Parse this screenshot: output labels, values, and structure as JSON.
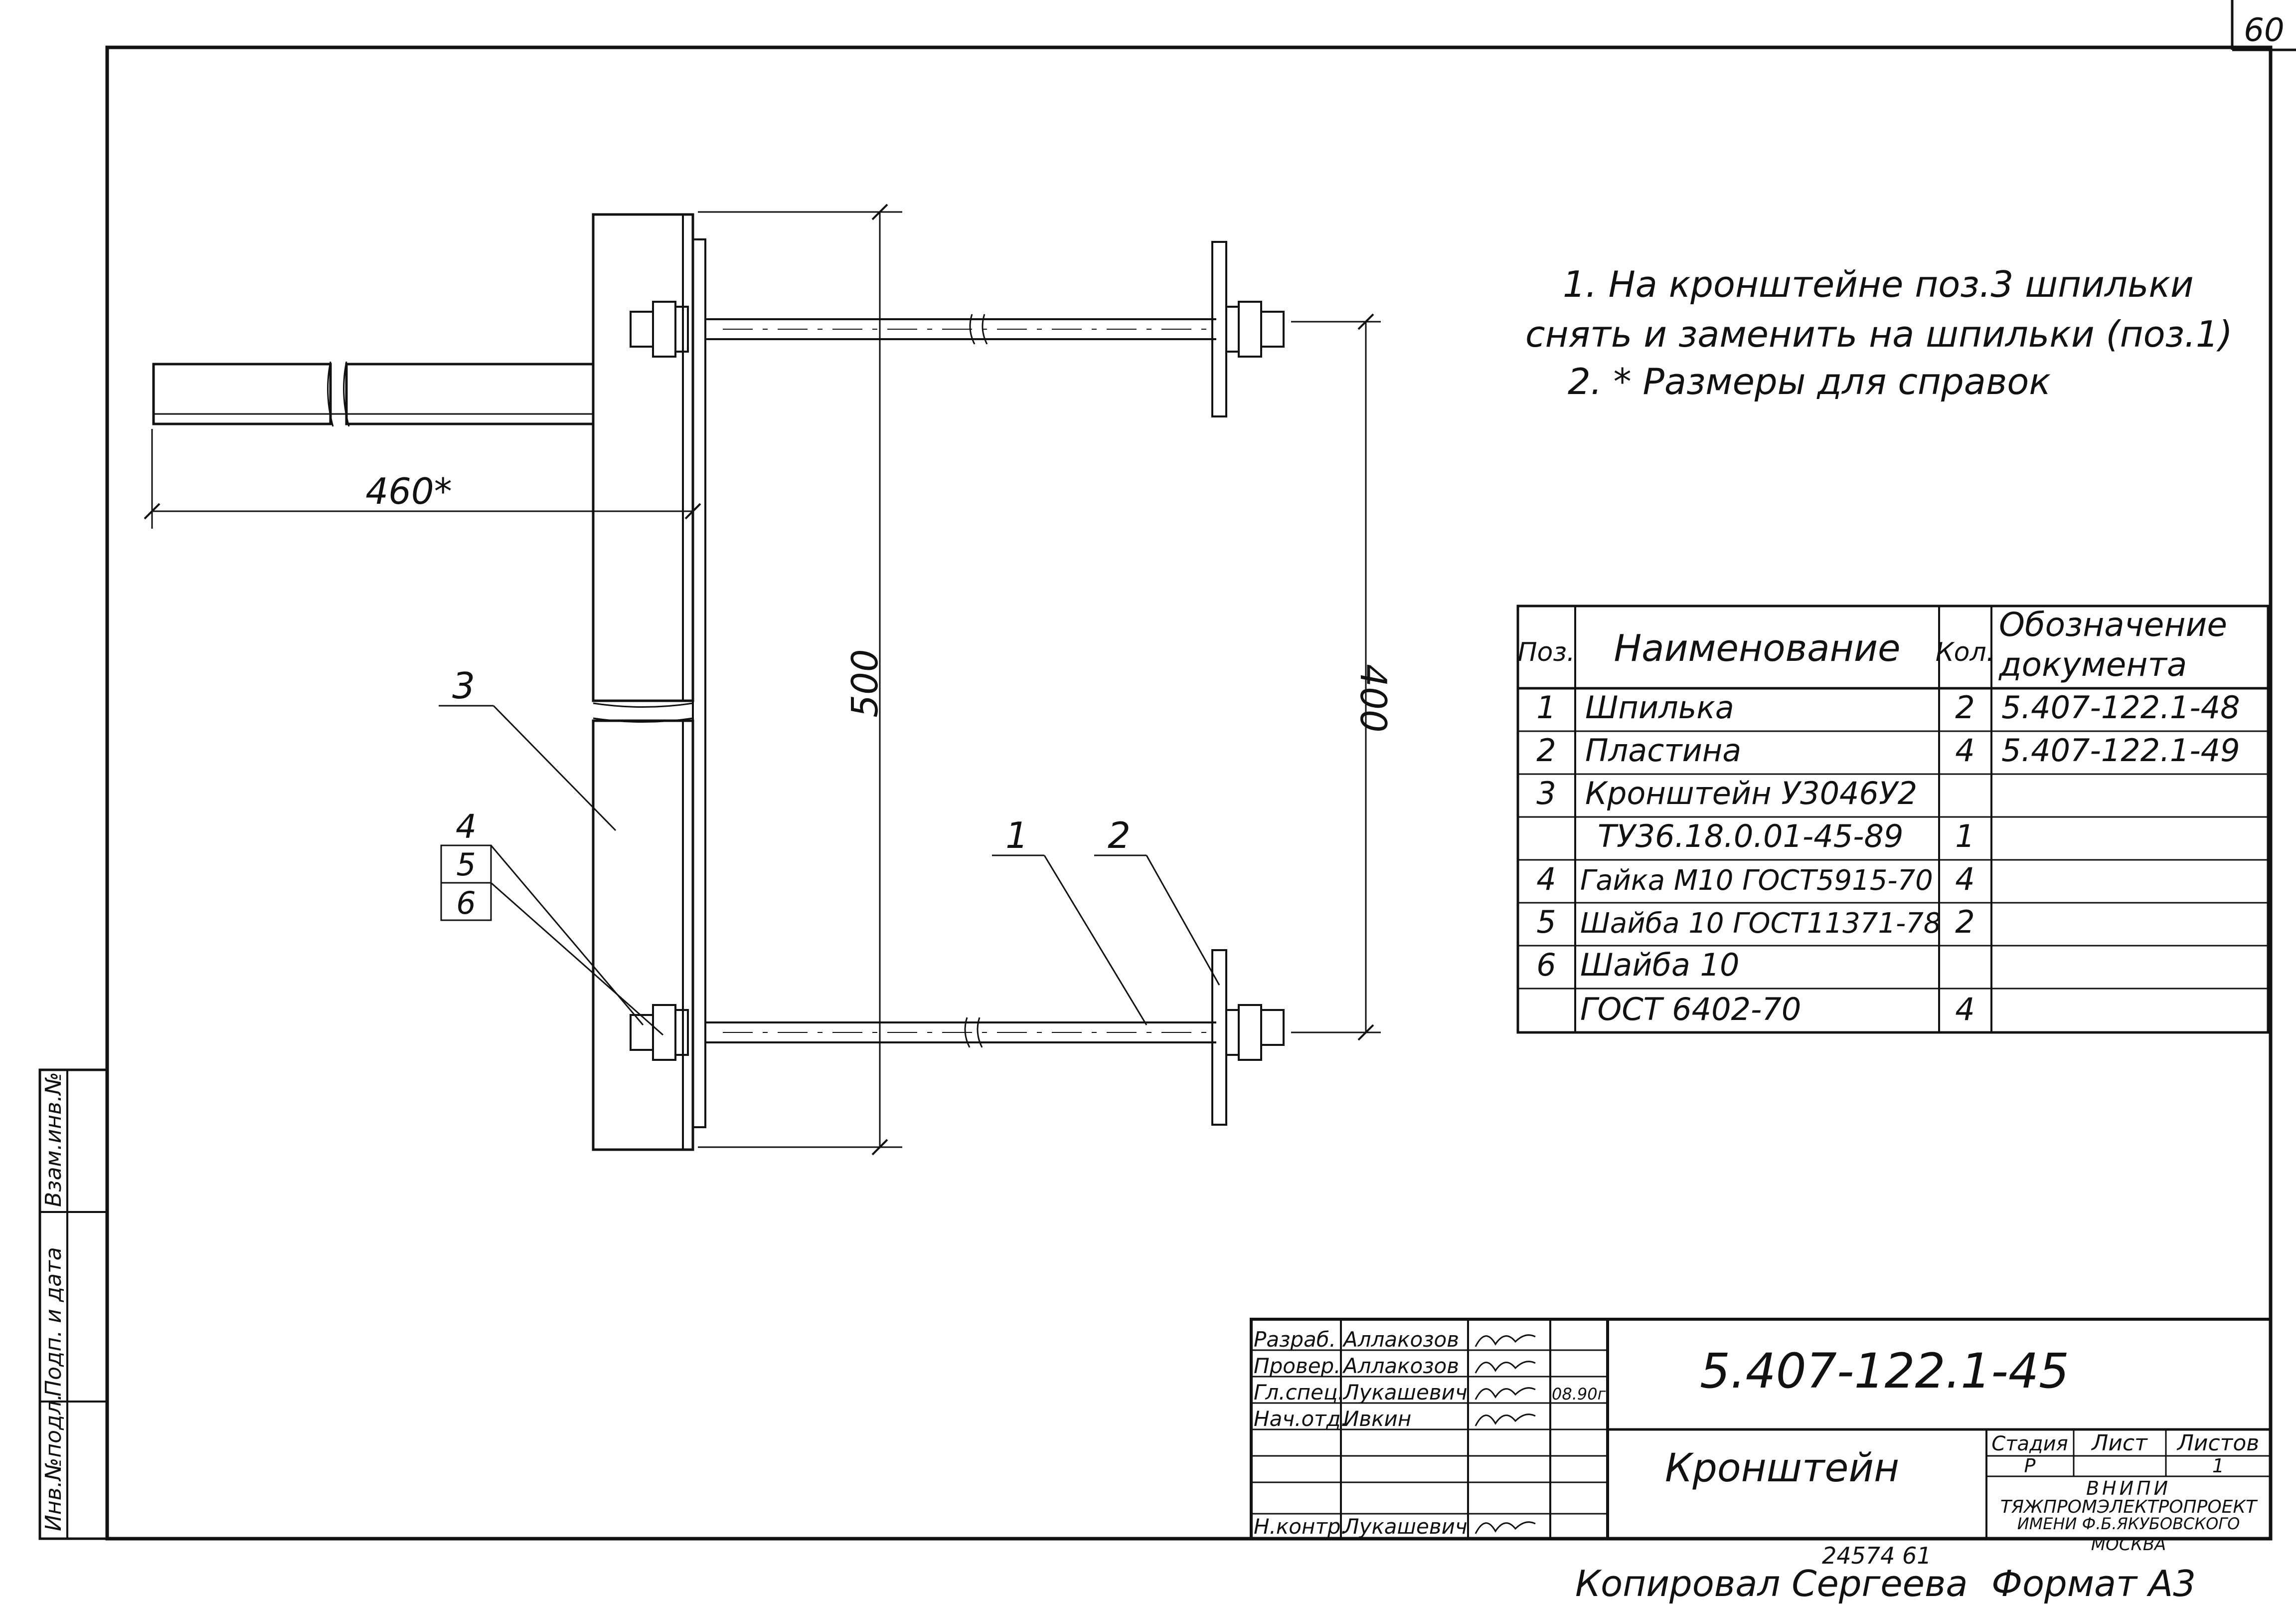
{
  "sheet": {
    "page_number": "60",
    "copy_number": "24574 61"
  },
  "drawing": {
    "dimensions": {
      "width_ref": "460*",
      "height": "500",
      "spacing": "400"
    },
    "callouts": {
      "bracket": "3",
      "nut": "4",
      "washer_a": "5",
      "washer_b": "6",
      "stud": "1",
      "plate": "2"
    }
  },
  "notes": [
    "1. На кронштейне поз.3 шпильки",
    "снять и заменить на шпильки (поз.1)",
    "2. * Размеры для справок"
  ],
  "spec_table": {
    "headers": {
      "pos": "Поз.",
      "name": "Наименование",
      "qty": "Кол.",
      "doc_line1": "Обозначение",
      "doc_line2": "документа"
    },
    "rows": [
      {
        "pos": "1",
        "name": "Шпилька",
        "qty": "2",
        "doc": "5.407-122.1-48"
      },
      {
        "pos": "2",
        "name": "Пластина",
        "qty": "4",
        "doc": "5.407-122.1-49"
      },
      {
        "pos": "3",
        "name": "Кронштейн У3046У2",
        "qty": "",
        "doc": ""
      },
      {
        "pos": "",
        "name": "ТУ36.18.0.01-45-89",
        "qty": "1",
        "doc": ""
      },
      {
        "pos": "4",
        "name": "Гайка М10 ГОСТ5915-70",
        "qty": "4",
        "doc": ""
      },
      {
        "pos": "5",
        "name": "Шайба 10 ГОСТ11371-78",
        "qty": "2",
        "doc": ""
      },
      {
        "pos": "6",
        "name": "Шайба 10",
        "qty": "",
        "doc": ""
      },
      {
        "pos": "",
        "name": "ГОСТ 6402-70",
        "qty": "4",
        "doc": ""
      }
    ]
  },
  "side_stamp": {
    "label1": "Инв.№подл.",
    "label2": "Подп. и дата",
    "label3": "Взам.инв.№"
  },
  "title_block": {
    "signatures": [
      {
        "role": "Разраб.",
        "name": "Аллакозов",
        "date": ""
      },
      {
        "role": "Провер.",
        "name": "Аллакозов",
        "date": ""
      },
      {
        "role": "Гл.спец.",
        "name": "Лукашевич",
        "date": "08.90г."
      },
      {
        "role": "Нач.отд.",
        "name": "Ивкин",
        "date": ""
      },
      {
        "role": "",
        "name": "",
        "date": ""
      },
      {
        "role": "",
        "name": "",
        "date": ""
      },
      {
        "role": "Н.контр.",
        "name": "Лукашевич",
        "date": ""
      }
    ],
    "doc_number": "5.407-122.1-45",
    "title": "Кронштейн",
    "stage_label": "Стадия",
    "sheet_label": "Лист",
    "sheets_label": "Листов",
    "stage": "Р",
    "sheet": "",
    "sheets": "1",
    "org_line1": "ВНИПИ",
    "org_line2": "ТЯЖПРОМЭЛЕКТРОПРОЕКТ",
    "org_line3": "ИМЕНИ Ф.Б.ЯКУБОВСКОГО",
    "org_line4": "МОСКВА"
  },
  "footer": {
    "copied_by": "Копировал Сергеева",
    "format": "Формат А3"
  }
}
